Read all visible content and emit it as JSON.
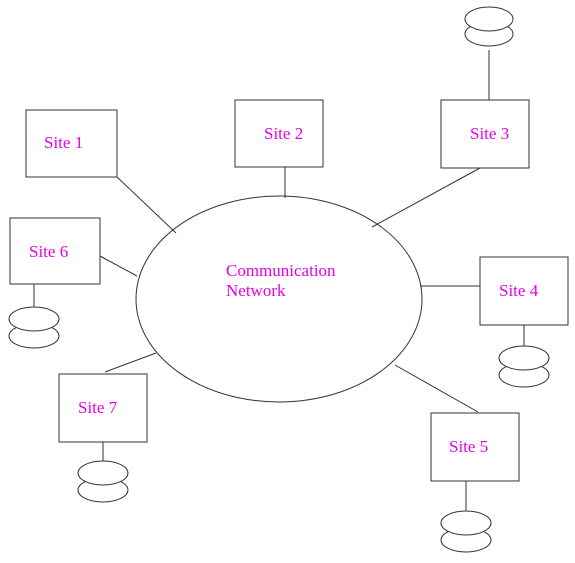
{
  "diagram": {
    "network_label_line1": "Communication",
    "network_label_line2": "Network",
    "label_color": "#e600e6",
    "line_color": "#333333",
    "sites": [
      {
        "label": "Site 1",
        "has_storage": false
      },
      {
        "label": "Site 2",
        "has_storage": false
      },
      {
        "label": "Site 3",
        "has_storage": true
      },
      {
        "label": "Site 4",
        "has_storage": true
      },
      {
        "label": "Site 5",
        "has_storage": true
      },
      {
        "label": "Site 6",
        "has_storage": true
      },
      {
        "label": "Site 7",
        "has_storage": true
      }
    ]
  }
}
